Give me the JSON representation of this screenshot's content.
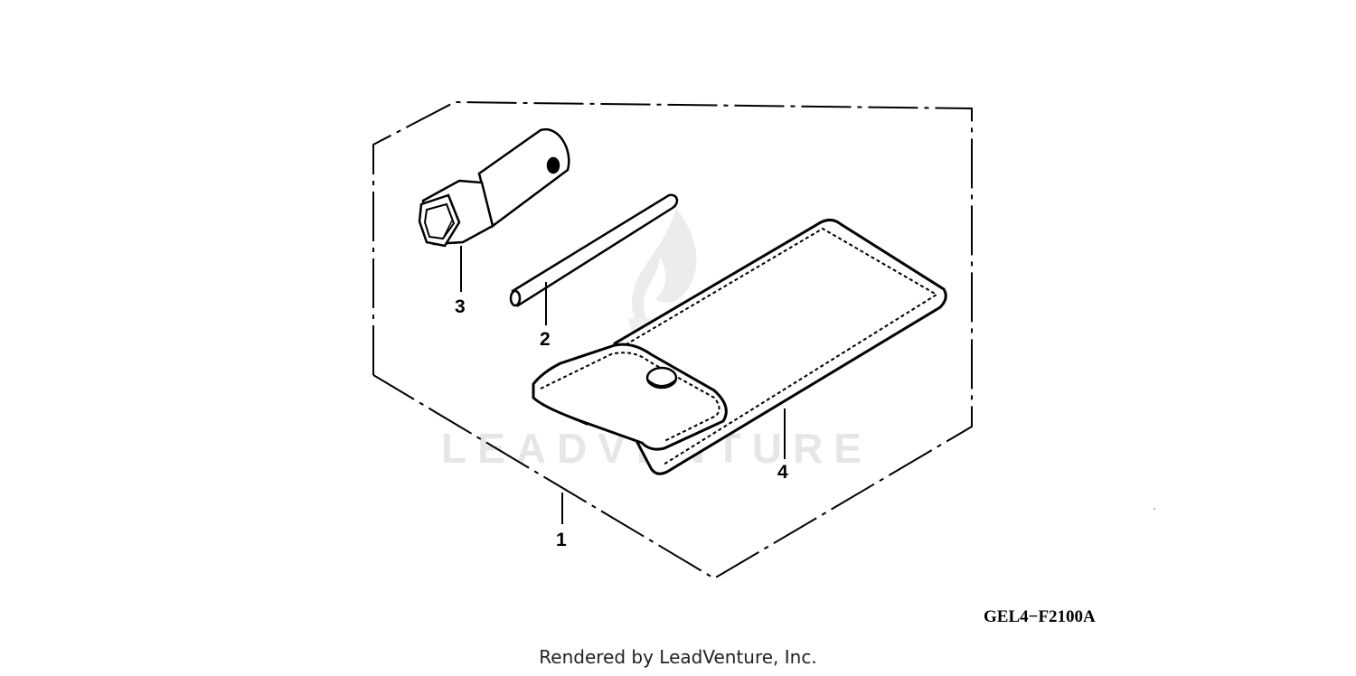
{
  "callouts": {
    "item1": "1",
    "item2": "2",
    "item3": "3",
    "item4": "4"
  },
  "watermark": {
    "text": "LEADVENTURE",
    "color": "#e6e6e6"
  },
  "diagram_code": "GEL4−F2100A",
  "footer": "Rendered by LeadVenture, Inc.",
  "colors": {
    "line": "#000000",
    "background": "#ffffff"
  }
}
